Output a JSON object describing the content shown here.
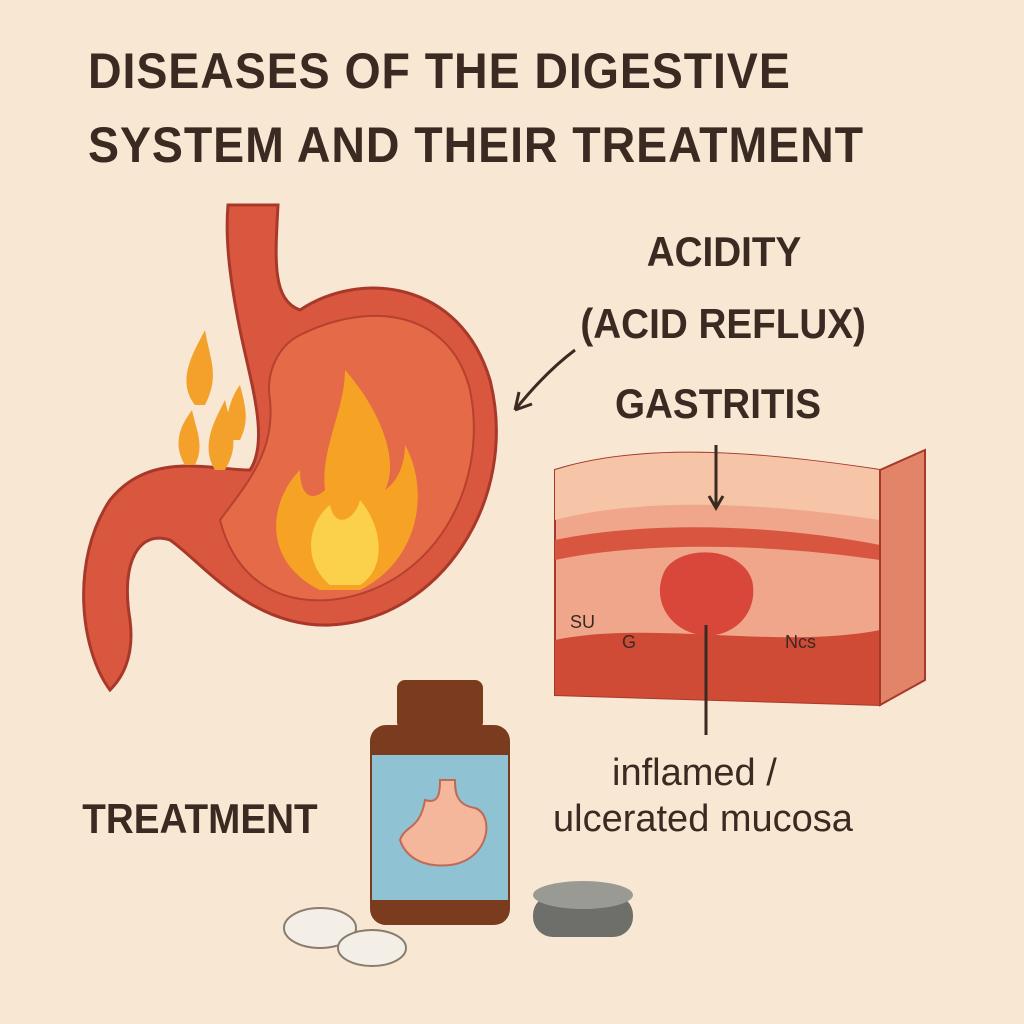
{
  "title": {
    "line1": "DISEASES OF THE DIGESTIVE",
    "line2": "SYSTEM AND THEIR TREATMENT"
  },
  "labels": {
    "acidity": "ACIDITY",
    "acid_reflux": "(ACID REFLUX)",
    "gastritis": "GASTRITIS",
    "treatment": "TREATMENT",
    "mucosa_line1": "inflamed /",
    "mucosa_line2": "ulcerated mucosa",
    "tissue_labels": [
      "SU",
      "G",
      "Ncs"
    ]
  },
  "colors": {
    "background": "#f7e7d3",
    "stomach": "#d9573e",
    "flame": "#f6a325",
    "bottle": "#7a3b1f",
    "label_blue": "#8fc3d4",
    "text": "#3b2a22"
  }
}
